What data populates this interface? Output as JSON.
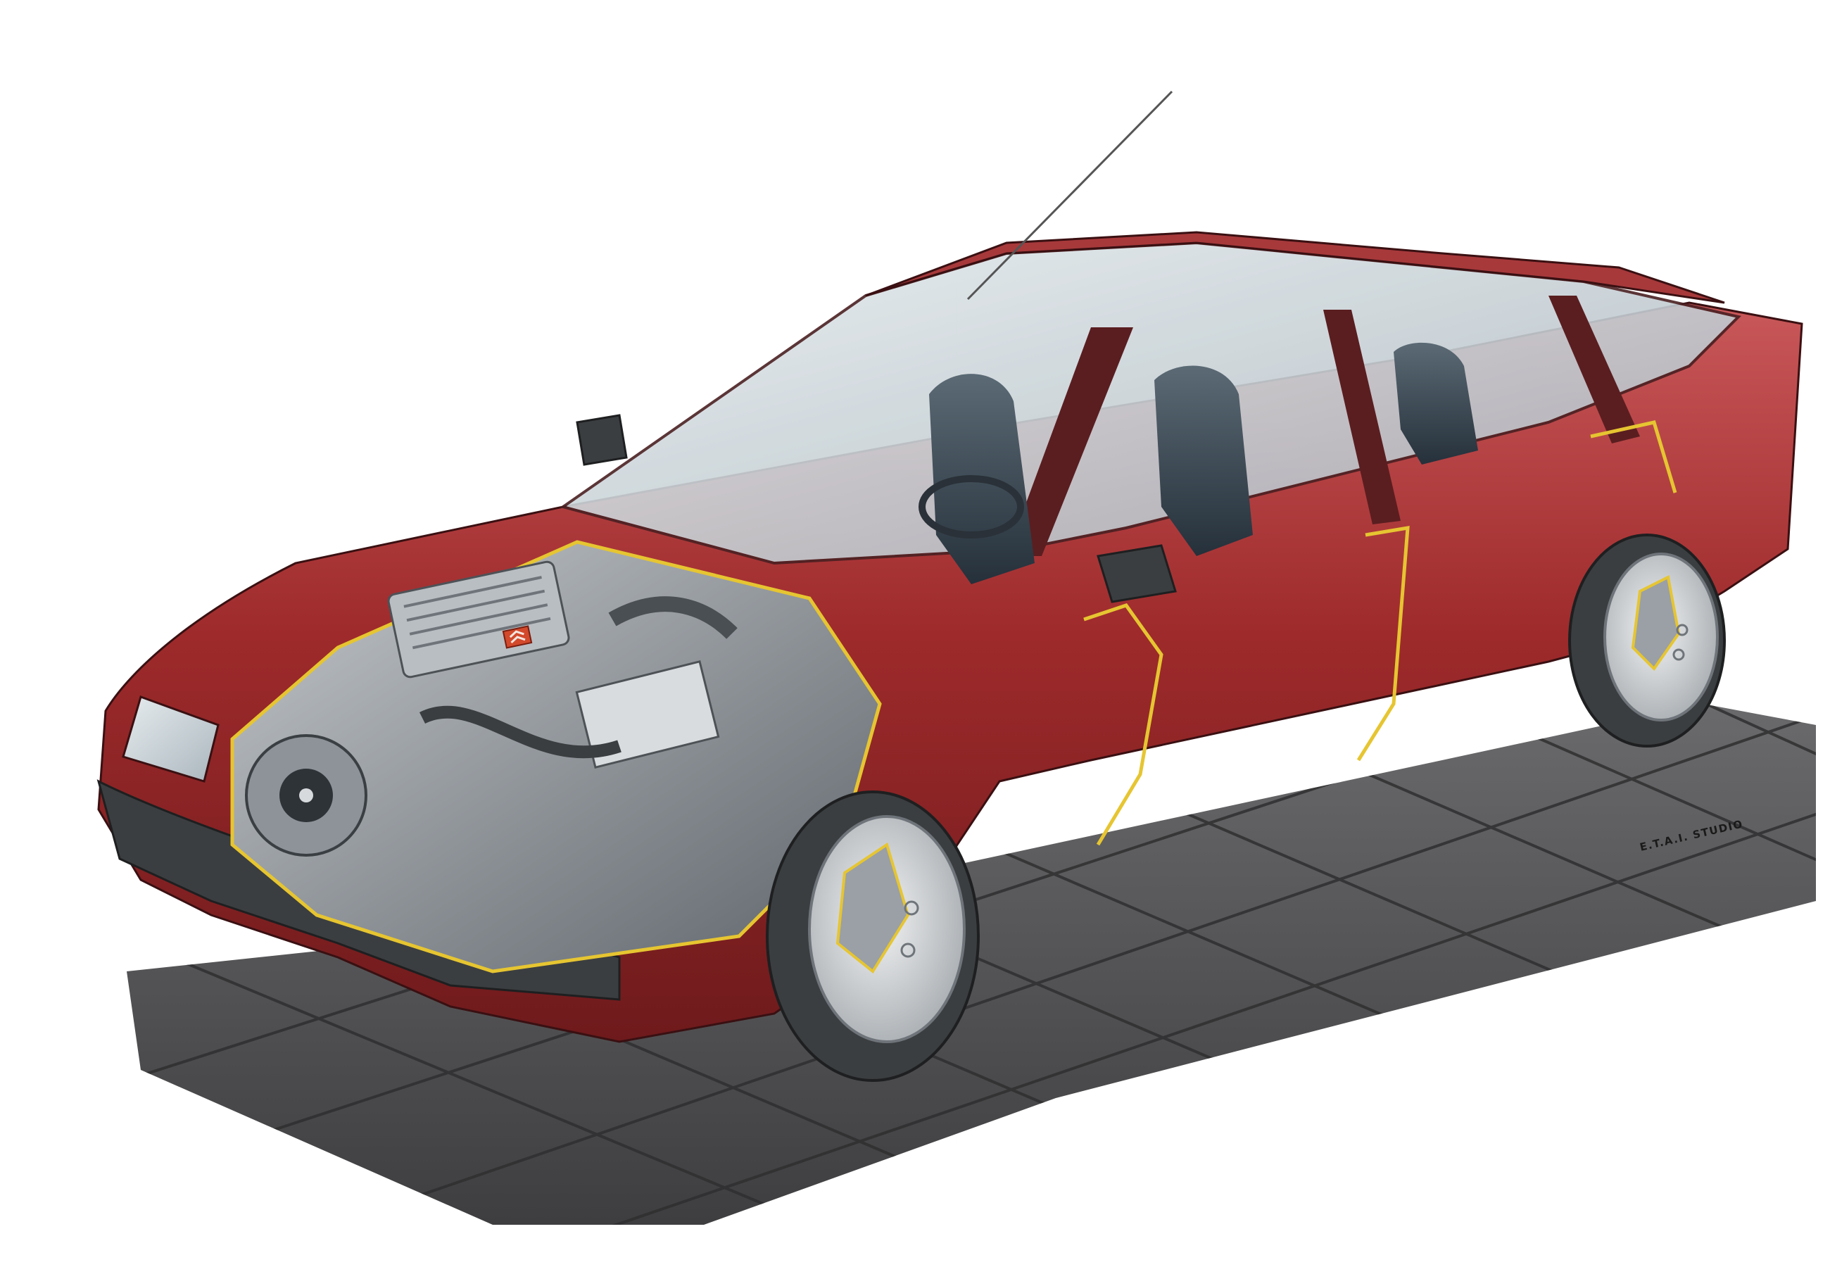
{
  "illustration": {
    "subject": "Cutaway illustration of a red five-door hatchback sedan showing engine, interior seats and suspension",
    "signature": "E.T.A.I. STUDIO",
    "badge_icon": "double-chevron-badge",
    "colors": {
      "background": "#ffffff",
      "body_red": "#9e2a2b",
      "body_red_dark": "#6e1a1c",
      "body_red_highlight": "#c9585a",
      "cut_edge_yellow": "#e6c531",
      "glass": "#c9d3d8",
      "seat_leather": "#3a4650",
      "engine_grey": "#9aa0a6",
      "tire": "#3b3e40",
      "wheel_cover": "#d7dadd",
      "floor_tile": "#5a5a5c",
      "floor_grout": "#2f2f31",
      "badge_red": "#d2492c"
    }
  }
}
